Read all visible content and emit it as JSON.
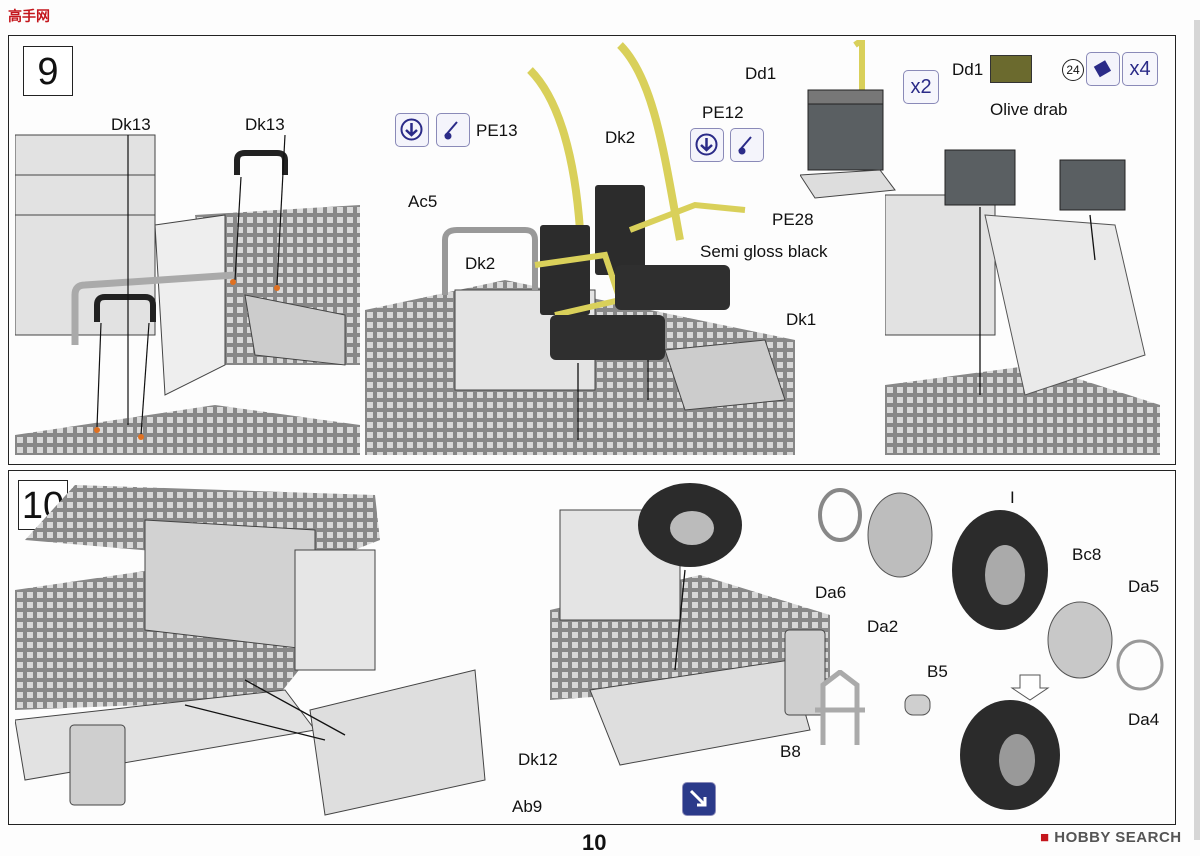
{
  "watermark": {
    "site": "高手网"
  },
  "step9": {
    "number": "9",
    "labels": {
      "dk13_left": "Dk13",
      "dk13_right": "Dk13",
      "pe13": "PE13",
      "pe12": "PE12",
      "dk2_top": "Dk2",
      "dk2_left": "Dk2",
      "ac5": "Ac5",
      "semi_gloss": "Semi gloss black",
      "dk1": "Dk1",
      "dd1_left": "Dd1",
      "x2": "x2",
      "pe28": "PE28",
      "dd1_right": "Dd1",
      "paint_num": "24",
      "olive": "Olive drab",
      "x4": "x4"
    },
    "colors": {
      "paint_olive": "#6b6a2e",
      "belt_yellow": "#e8e070",
      "icon_blue": "#2b2b88"
    }
  },
  "step10": {
    "number": "10",
    "labels": {
      "dk12": "Dk12",
      "ab9": "Ab9",
      "tire_i": "I",
      "bc8": "Bc8",
      "da6": "Da6",
      "da2": "Da2",
      "da5": "Da5",
      "da4": "Da4",
      "b5": "B5",
      "b8": "B8"
    }
  },
  "footer": {
    "page": "10",
    "brand": "HOBBY SEARCH"
  }
}
